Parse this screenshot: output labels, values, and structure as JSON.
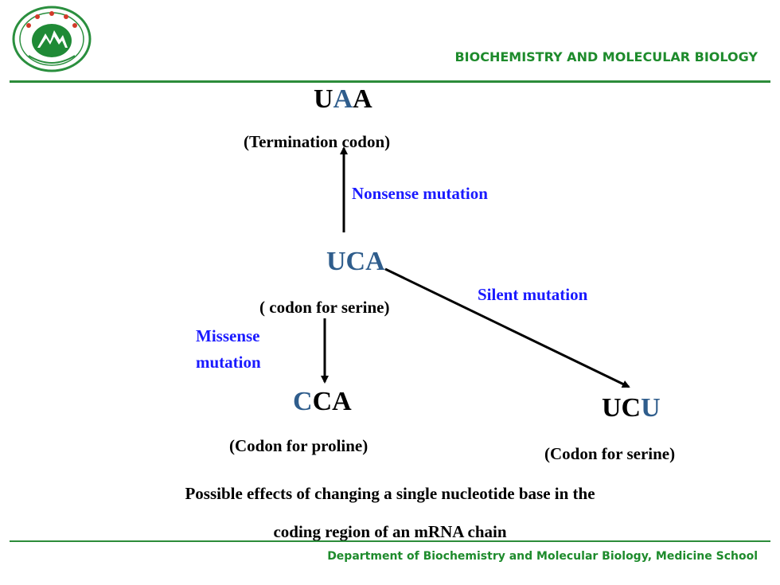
{
  "header": {
    "title": "BIOCHEMISTRY  AND MOLECULAR BIOLOGY",
    "logo_icon": "university-seal-icon",
    "brand_color": "#1e8b2c"
  },
  "diagram": {
    "uaa": {
      "p1": "U",
      "p2": "A",
      "p3": "A"
    },
    "termination_note": "(Termination codon)",
    "nonsense_label": "Nonsense mutation",
    "uca": "UCA",
    "serine_note": "( codon for serine)",
    "silent_label": "Silent mutation",
    "missense_label_line1": "Missense",
    "missense_label_line2": "mutation",
    "cca": {
      "p1": "C",
      "p2": "CA"
    },
    "proline_note": "(Codon for proline)",
    "ucu": {
      "p1": "UC",
      "p2": "U"
    },
    "serine_note2": "(Codon for serine)",
    "highlight_color": "#2f5d8c",
    "mutation_label_color": "#1a1aff"
  },
  "caption": {
    "line1": "Possible effects of changing a single nucleotide base in the",
    "line2": "coding region of an mRNA chain"
  },
  "footer": {
    "text": "Department  of Biochemistry and Molecular Biology, Medicine School"
  }
}
